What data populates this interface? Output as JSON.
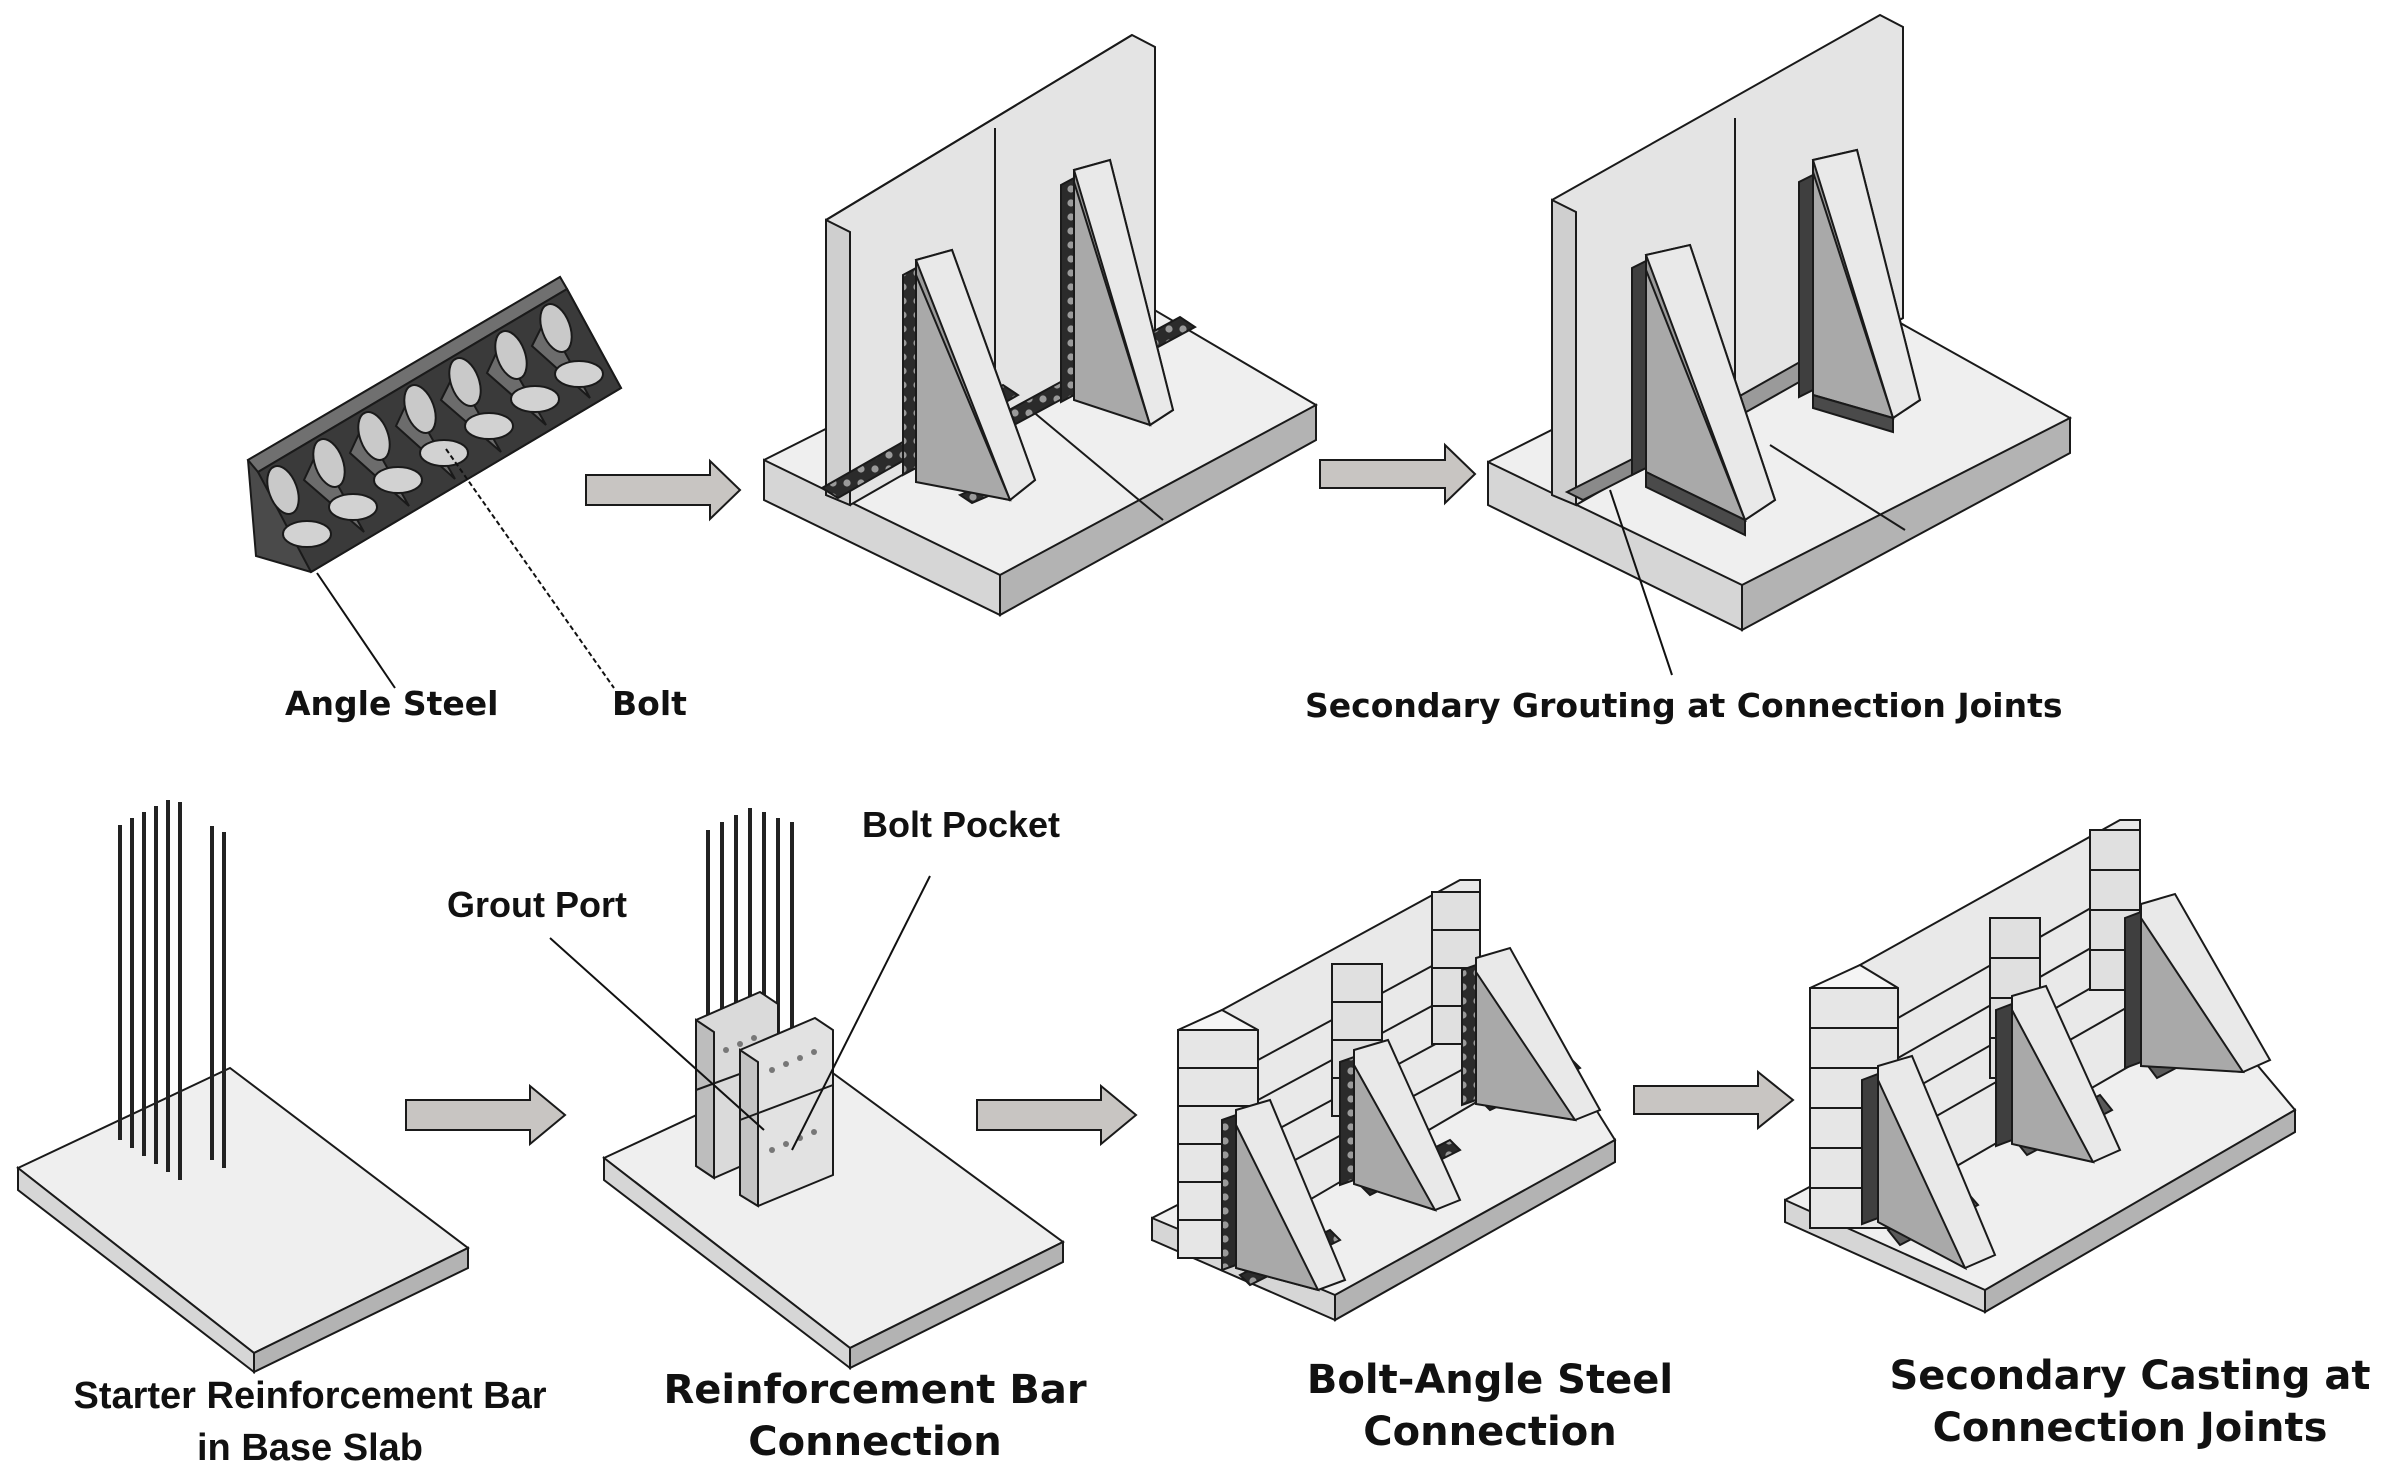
{
  "diagram": {
    "top_row": {
      "angle_steel_label": "Angle Steel",
      "bolt_label": "Bolt",
      "grouting_label": "Secondary Grouting at Connection Joints"
    },
    "bottom_row": {
      "grout_port_label": "Grout Port",
      "bolt_pocket_label": "Bolt Pocket",
      "captions": [
        {
          "line1": "Starter Reinforcement Bar",
          "line2": "in Base Slab"
        },
        {
          "line1": "Reinforcement Bar",
          "line2": "Connection"
        },
        {
          "line1": "Bolt-Angle Steel",
          "line2": "Connection"
        },
        {
          "line1": "Secondary Casting at",
          "line2": "Connection Joints"
        }
      ]
    },
    "colors": {
      "panel_light": "#ececec",
      "panel_mid": "#d6d6d6",
      "panel_dark": "#a9a9a9",
      "steel_dark": "#3a3a3a",
      "arrow_fill": "#c8c5c2",
      "outline": "#1a1a1a"
    }
  }
}
